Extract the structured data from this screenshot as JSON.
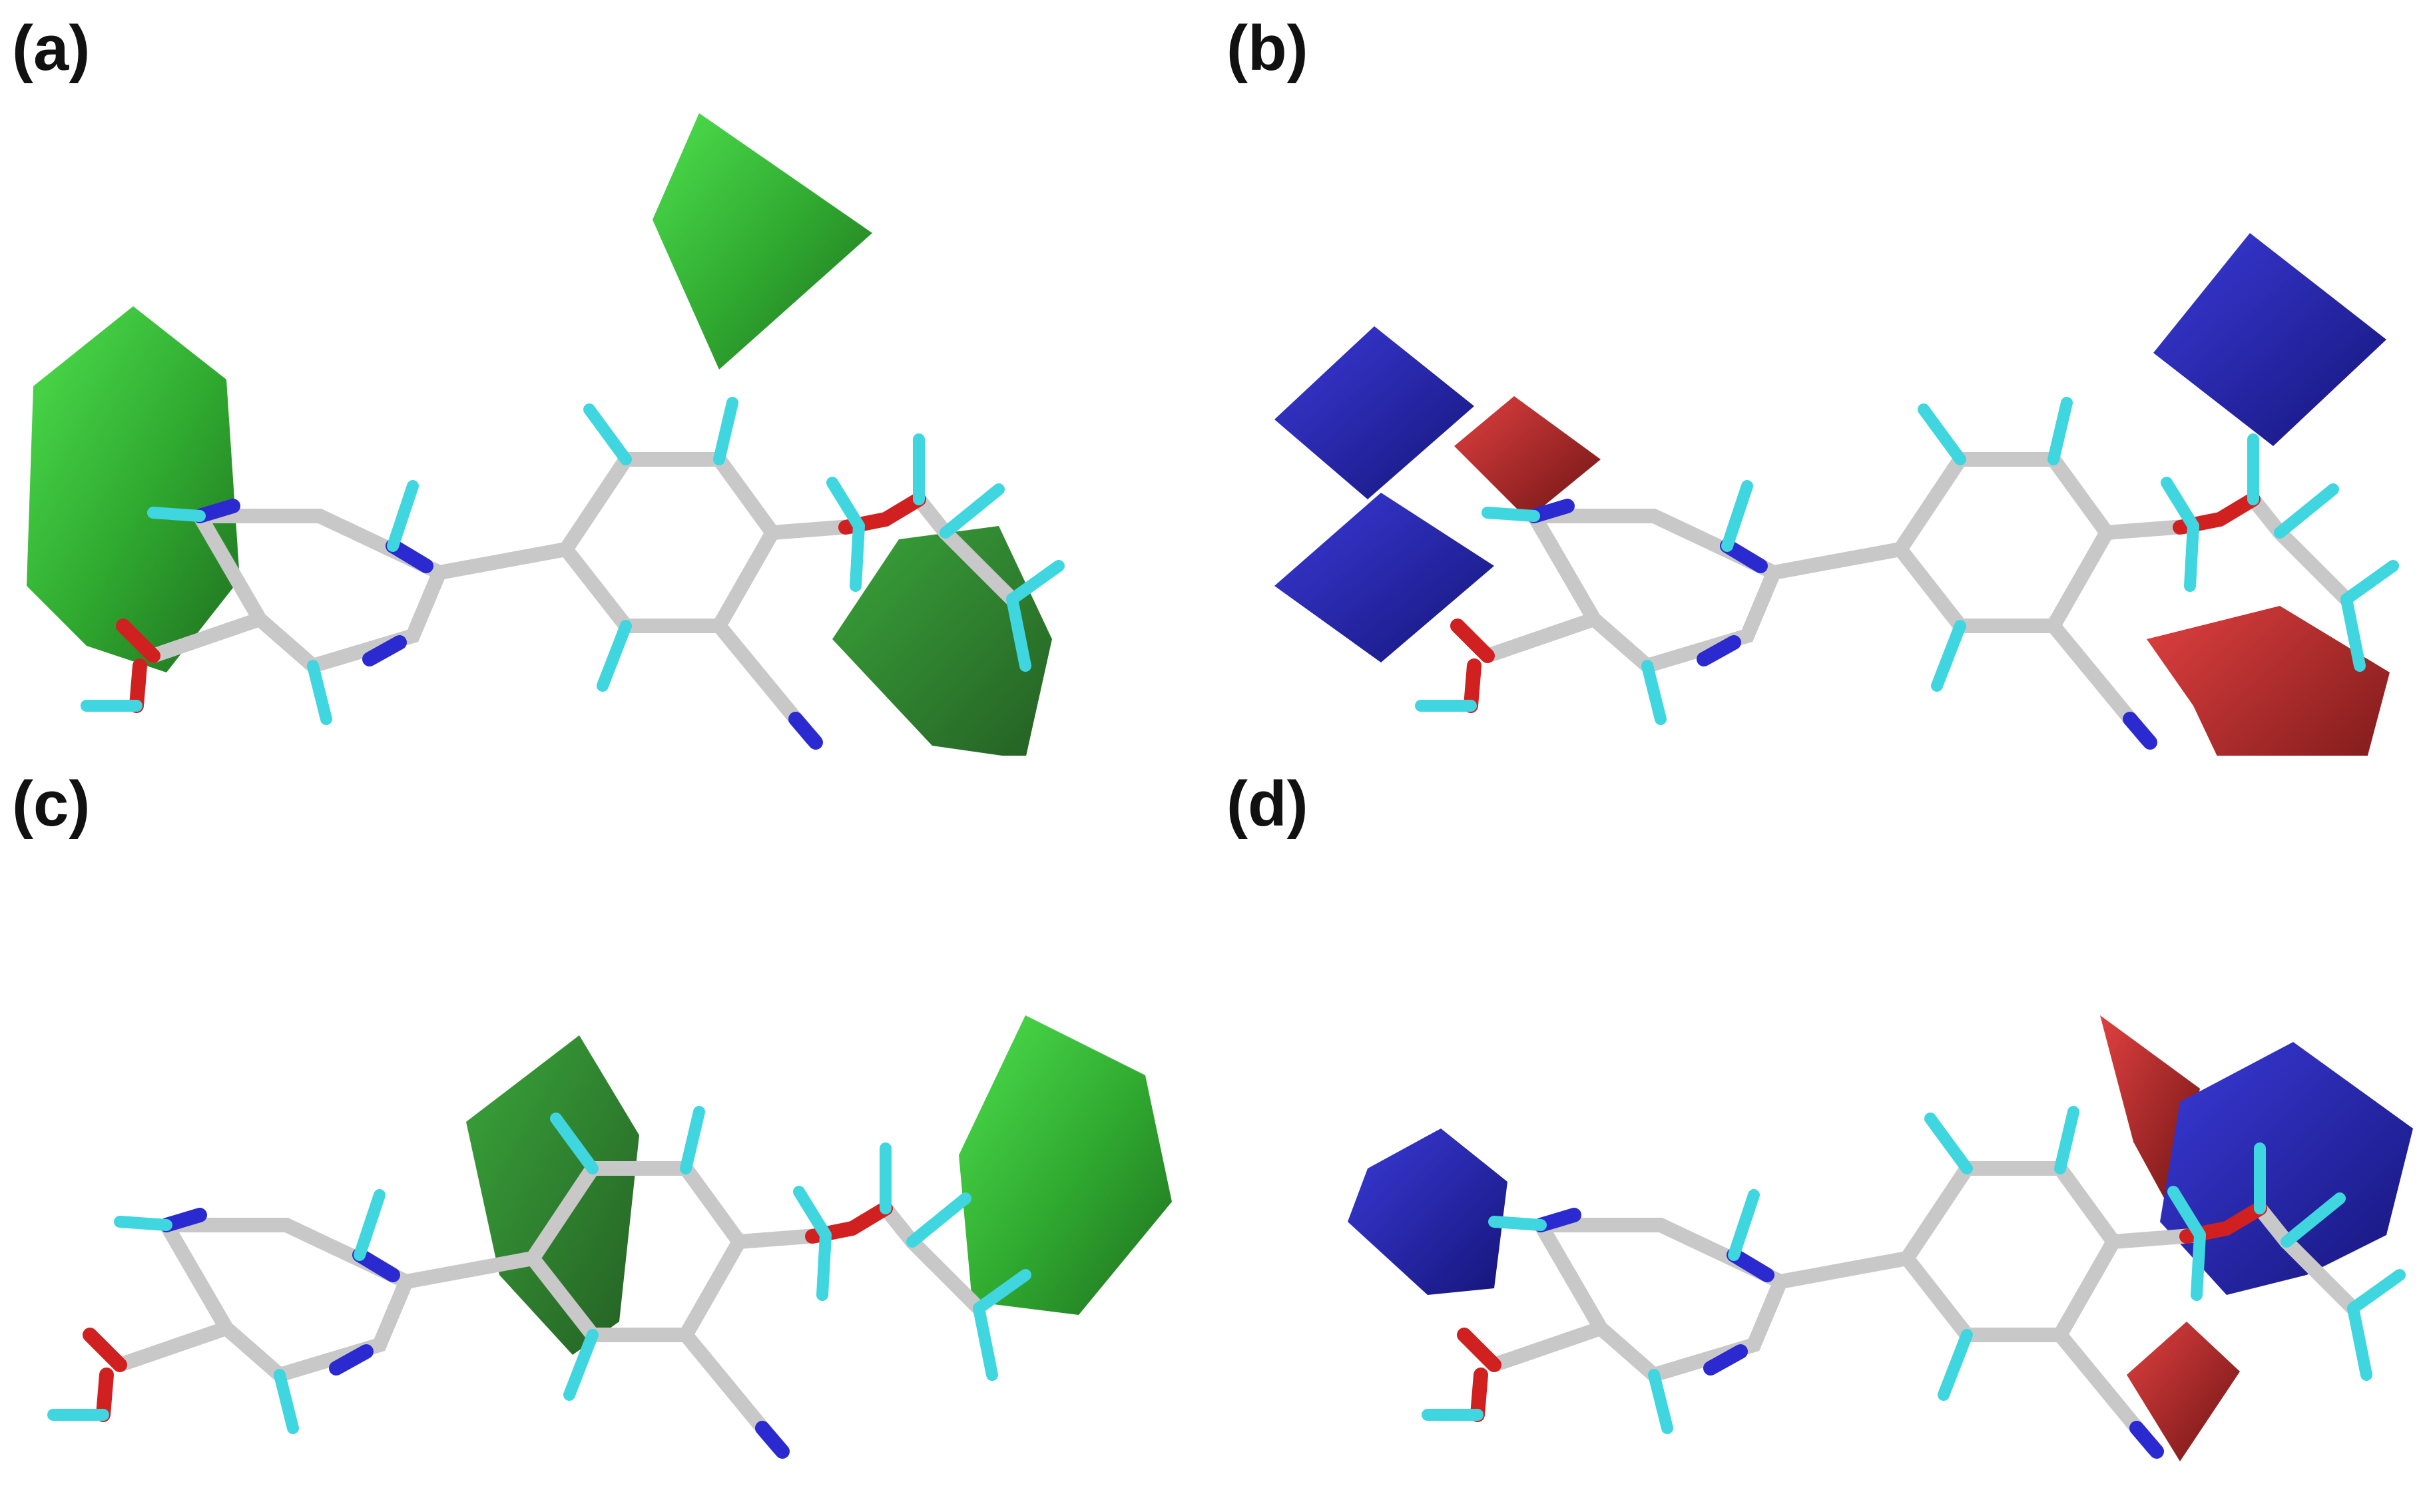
{
  "panels": [
    {
      "id": "a",
      "label": "(a)"
    },
    {
      "id": "b",
      "label": "(b)"
    },
    {
      "id": "c",
      "label": "(c)"
    },
    {
      "id": "d",
      "label": "(d)"
    }
  ],
  "colors": {
    "carbon": "#c8c8c8",
    "nitrogen": "#2a2ad0",
    "oxygen": "#d02020",
    "hydrogen": "#3fd6e0",
    "steric_favored": "#33c033",
    "positive_favored": "#1f1f9e",
    "negative_favored": "#c02020"
  }
}
